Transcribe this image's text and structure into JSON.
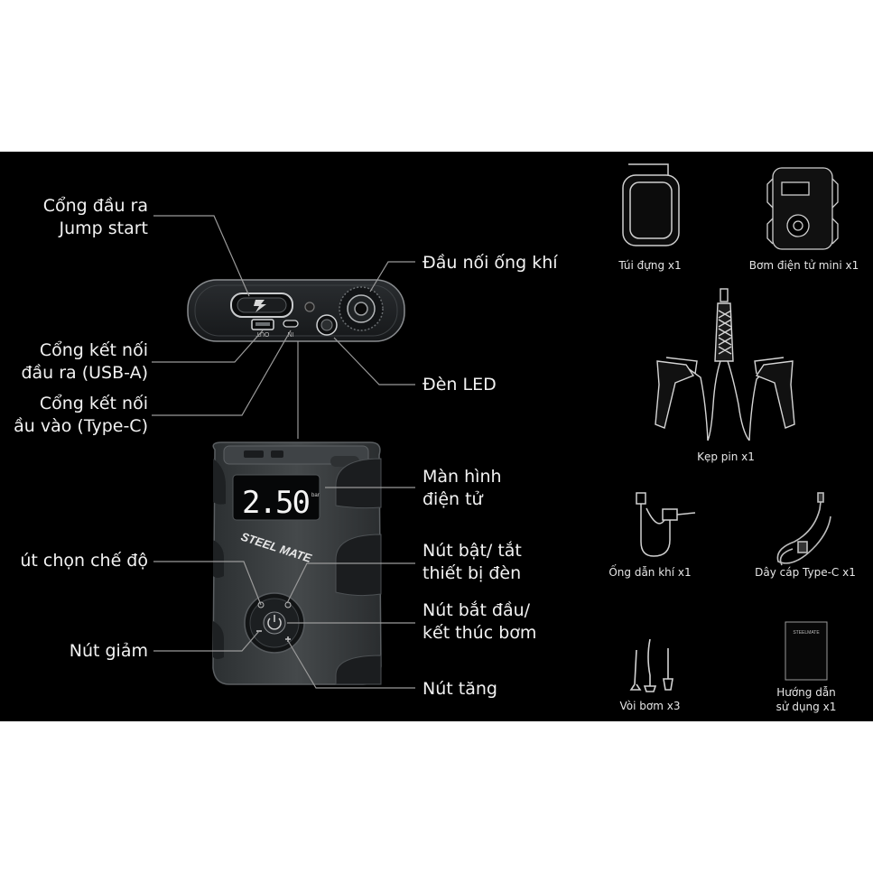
{
  "callouts": {
    "jump_start": [
      "Cổng đầu ra",
      "Jump start"
    ],
    "usb_a": [
      "Cổng kết nối",
      "đầu ra (USB-A)"
    ],
    "type_c": [
      "Cổng kết nối",
      "ầu vào (Type-C)"
    ],
    "mode": "út chọn chế độ",
    "decrease": "Nút giảm",
    "air_hose_conn": "Đầu nối ống khí",
    "led": "Đèn LED",
    "display": [
      "Màn hình",
      "điện tử"
    ],
    "light_toggle": [
      "Nút bật/ tắt",
      "thiết bị đèn"
    ],
    "start_stop": [
      "Nút bắt đầu/",
      "kết thúc bơm"
    ],
    "increase": "Nút tăng"
  },
  "device": {
    "display_value": "2.50",
    "display_unit": "bar",
    "brand": "STEEL MATE",
    "port_out": "OUT",
    "port_in": "IN"
  },
  "package": [
    {
      "label": "Túi đựng  x1",
      "icon": "pouch-icon"
    },
    {
      "label": "Bơm điện tử mini x1",
      "icon": "mini-pump-icon"
    },
    {
      "label": "Kẹp pin x1",
      "icon": "battery-clamps-icon"
    },
    {
      "label": "Ống dẫn khí x1",
      "icon": "air-hose-icon"
    },
    {
      "label": "Dây cáp Type-C x1",
      "icon": "type-c-cable-icon"
    },
    {
      "label": "Vòi bơm x3",
      "icon": "nozzles-icon"
    },
    {
      "label": [
        "Hướng dẫn",
        "sử dụng x1"
      ],
      "icon": "manual-icon"
    }
  ],
  "colors": {
    "background": "#000000",
    "page": "#ffffff",
    "text": "#f2f2f2",
    "device_body": "#3a3e40"
  }
}
